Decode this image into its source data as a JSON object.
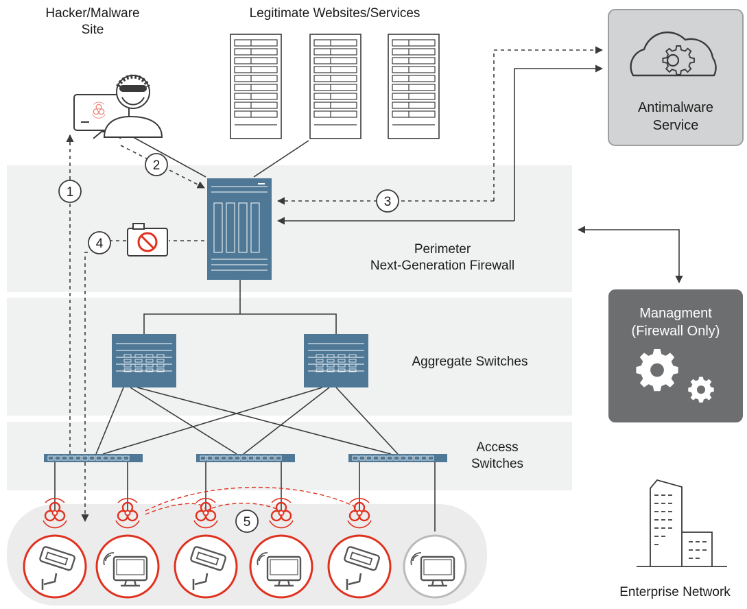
{
  "labels": {
    "hacker_site": [
      "Hacker/Malware",
      "Site"
    ],
    "legit_sites": "Legitimate Websites/Services",
    "antimalware": [
      "Antimalware",
      "Service"
    ],
    "firewall": [
      "Perimeter",
      "Next-Generation Firewall"
    ],
    "management": [
      "Managment",
      "(Firewall Only)"
    ],
    "aggregate": "Aggregate Switches",
    "access": [
      "Access",
      "Switches"
    ],
    "enterprise": "Enterprise Network"
  },
  "steps": [
    "1",
    "2",
    "3",
    "4",
    "5"
  ],
  "colors": {
    "band": "#f0f1f1",
    "device_blue": "#4f7896",
    "infected_red": "#e0311f",
    "mgmt_box": "#6d6e70",
    "service_box": "#d2d3d4",
    "line": "#3a3a3a",
    "device_gray": "#b9babb"
  },
  "icons": [
    "hacker-icon",
    "server-rack-icon",
    "cloud-gear-icon",
    "firewall-icon",
    "switch-icon",
    "gear-icon",
    "biohazard-icon",
    "camera-block-icon",
    "security-camera-icon",
    "monitor-icon",
    "building-icon"
  ]
}
